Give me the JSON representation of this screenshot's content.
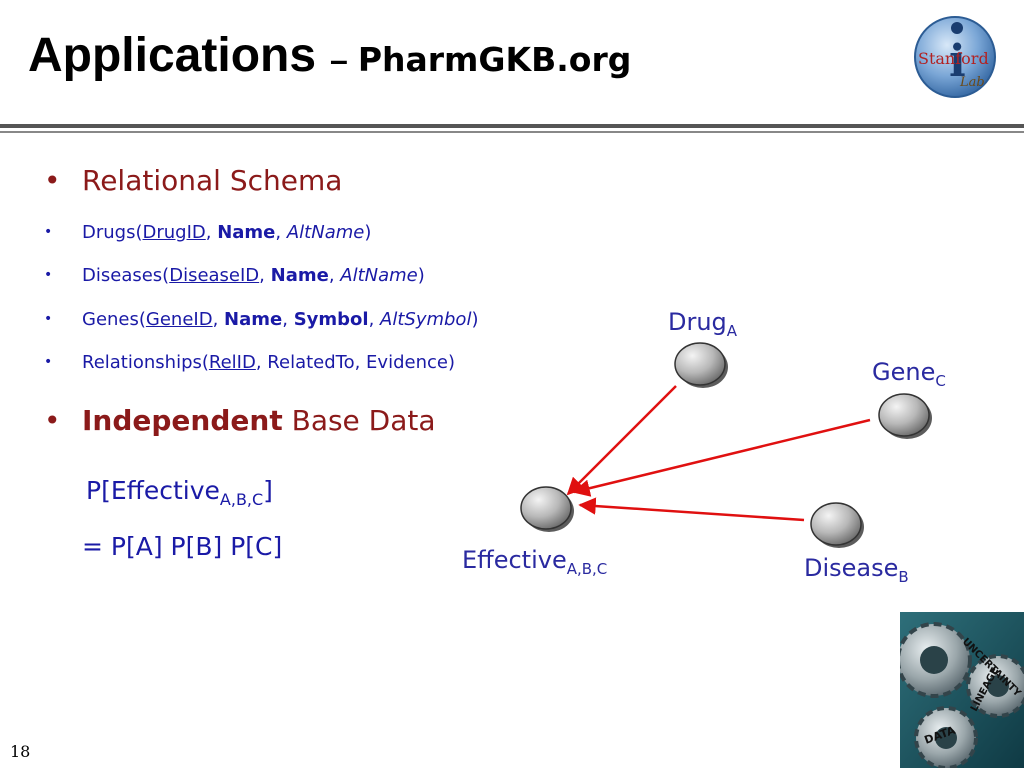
{
  "title": {
    "main": "Applications",
    "dash": "–",
    "sub": "PharmGKB.org"
  },
  "logo": {
    "text_main": "Stanford",
    "text_sub": "Lab",
    "letter": "i"
  },
  "bullets": {
    "b1": "Relational Schema",
    "drugs": {
      "prefix": "Drugs(",
      "key": "DrugID",
      "sep1": ", ",
      "name": "Name",
      "sep2": ", ",
      "alt": "AltName",
      "suffix": ")"
    },
    "diseases": {
      "prefix": "Diseases(",
      "key": "DiseaseID",
      "sep1": ", ",
      "name": "Name",
      "sep2": ", ",
      "alt": "AltName",
      "suffix": ")"
    },
    "genes": {
      "prefix": "Genes(",
      "key": "GeneID",
      "sep1": ", ",
      "name": "Name",
      "sep2": ", ",
      "symbol": "Symbol",
      "sep3": ", ",
      "alt": "AltSymbol",
      "suffix": ")"
    },
    "rels": {
      "prefix": "Relationships(",
      "key": "RelID",
      "rest": ", RelatedTo, Evidence)"
    },
    "independent": {
      "bold": "Independent",
      "rest": " Base Data"
    }
  },
  "formula": {
    "line1_pre": "P[Effective",
    "line1_sub": "A,B,C",
    "line1_post": "]",
    "line2": "= P[A] P[B] P[C]"
  },
  "nodes": {
    "drug": {
      "label": "Drug",
      "sub": "A"
    },
    "gene": {
      "label": "Gene",
      "sub": "C"
    },
    "disease": {
      "label": "Disease",
      "sub": "B"
    },
    "effective": {
      "label": "Effective",
      "sub": "A,B,C"
    }
  },
  "gears": {
    "word1": "UNCERTAINTY",
    "word2": "LINEAGE",
    "word3": "DATA"
  },
  "page_number": "18",
  "colors": {
    "bullet_header": "#8b1a1a",
    "schema_text": "#1a1aa6",
    "arrow": "#e01010",
    "node_label": "#2a2aa0"
  }
}
